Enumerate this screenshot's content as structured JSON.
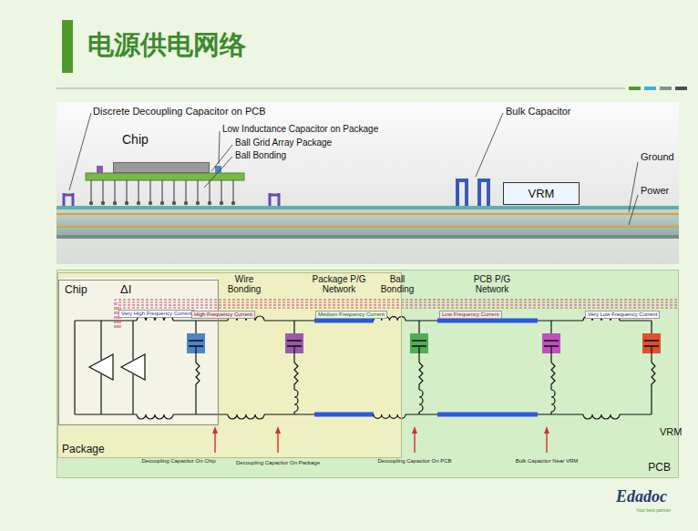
{
  "diagram": {
    "title": "电源供电网络",
    "nodes": [
      {
        "text": [
          "Chip"
        ]
      },
      {
        "text": [
          "VRM"
        ]
      },
      {
        "text": [
          "PCB"
        ]
      },
      {
        "text": [
          "Package"
        ],
        "in": 2
      },
      {
        "text": [
          "Chip"
        ],
        "in": 3
      }
    ],
    "labels": [
      "Discrete Decoupling Capacitor on PCB",
      "Low Inductance Capacitor on Package",
      "Ball Grid Array Package",
      "Ball Bonding",
      "Bulk Capacitor",
      "Ground",
      "Power",
      "ΔI",
      "Wire Bonding",
      "Package P/G Network",
      "Ball Bonding",
      "PCB P/G Network",
      "Very High Frequency Current",
      "High Frequency Current",
      "Medium Frequency Current",
      "Low Frequency Current",
      "Very Low Frequency Current",
      "Decoupling Capacitor On Chip",
      "Decoupling Capacitor On Package",
      "Decoupling Capacitor On PCB",
      "Bulk Capacitor Near VRM",
      "VRM",
      "Edadoc",
      "Your best partner"
    ]
  }
}
